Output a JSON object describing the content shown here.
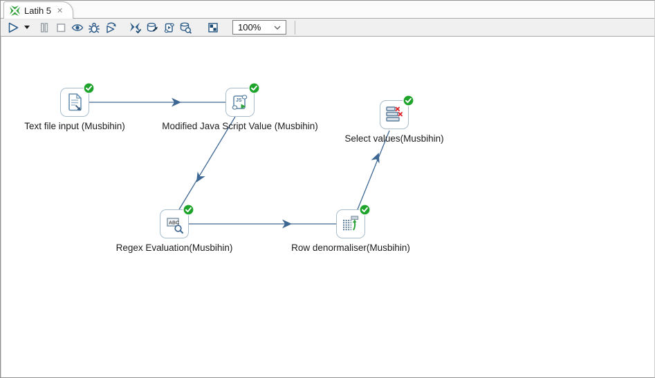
{
  "tab": {
    "title": "Latih 5",
    "close_glyph": "✕"
  },
  "toolbar": {
    "zoom": {
      "value": "100%"
    },
    "buttons": [
      {
        "name": "run"
      },
      {
        "name": "run-options"
      },
      {
        "name": "pause"
      },
      {
        "name": "stop"
      },
      {
        "name": "preview"
      },
      {
        "name": "debug"
      },
      {
        "name": "replay"
      },
      {
        "name": "verify-transformation"
      },
      {
        "name": "impact-analysis"
      },
      {
        "name": "generate-sql"
      },
      {
        "name": "explore-database"
      },
      {
        "name": "show-execution-results"
      }
    ]
  },
  "canvas": {
    "steps": [
      {
        "name": "text-file-input",
        "label": "Text file input (Musbihin)",
        "status": "success"
      },
      {
        "name": "modified-java-script-value",
        "label": "Modified Java Script Value (Musbihin)",
        "status": "success"
      },
      {
        "name": "select-values",
        "label": "Select values(Musbihin)",
        "status": "success"
      },
      {
        "name": "regex-evaluation",
        "label": "Regex Evaluation(Musbihin)",
        "status": "success"
      },
      {
        "name": "row-denormaliser",
        "label": "Row denormaliser(Musbihin)",
        "status": "success"
      }
    ],
    "connections": [
      {
        "from": "text-file-input",
        "to": "modified-java-script-value"
      },
      {
        "from": "modified-java-script-value",
        "to": "regex-evaluation"
      },
      {
        "from": "regex-evaluation",
        "to": "row-denormaliser"
      },
      {
        "from": "row-denormaliser",
        "to": "select-values"
      }
    ]
  },
  "colors": {
    "accent_blue": "#2f5d89",
    "wire": "#3d6793",
    "success_green": "#1ea32b",
    "error_red": "#de1f26",
    "toolbar_bg": "#f0f0f0"
  }
}
